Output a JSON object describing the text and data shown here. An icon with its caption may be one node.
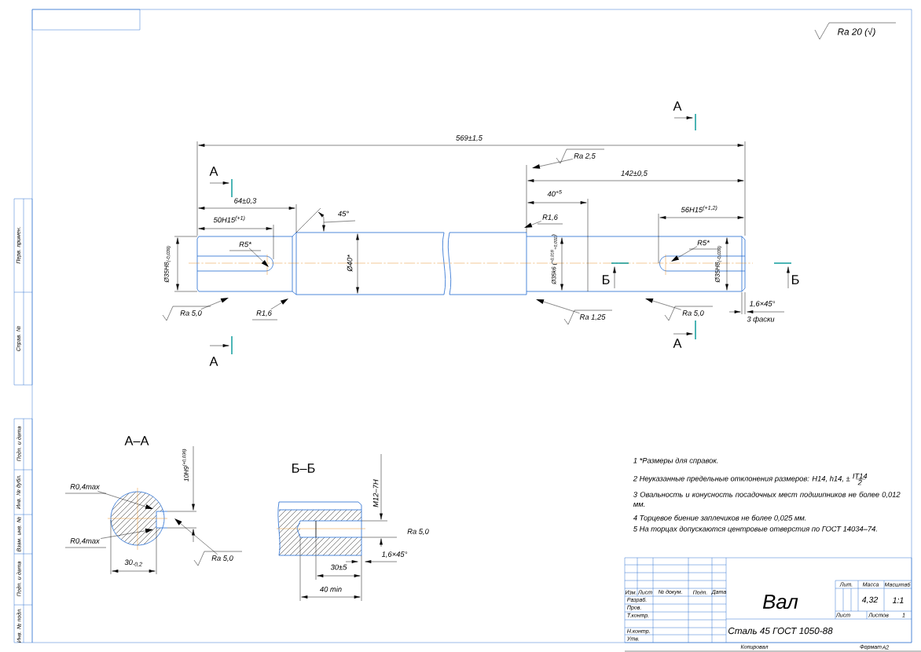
{
  "diagram": {
    "nodes": [
      {
        "text": [
          "R5*"
        ]
      },
      {
        "text": [
          "Ra 5,0"
        ]
      },
      {
        "text": [
          "R1,6"
        ]
      },
      {
        "text": [
          "Ra 2,5"
        ]
      },
      {
        "text": [
          "R1,6"
        ]
      },
      {
        "text": [
          "R5*"
        ]
      },
      {
        "text": [
          "Ra 1,25"
        ]
      },
      {
        "text": [
          "Ra 5,0"
        ]
      },
      {
        "text": [
          "R0,4max"
        ]
      },
      {
        "text": [
          "R0,4max"
        ]
      },
      {
        "text": [
          "Ra 5,0"
        ]
      }
    ],
    "edges": [
      {
        "from": 0,
        "to": null,
        "arrow": "to"
      },
      {
        "from": 1,
        "to": null,
        "arrow": "to"
      },
      {
        "from": 2,
        "to": null,
        "arrow": "to"
      },
      {
        "from": 3,
        "to": null,
        "arrow": "to"
      },
      {
        "from": 4,
        "to": null,
        "arrow": "to"
      },
      {
        "from": 5,
        "to": null,
        "arrow": "to"
      },
      {
        "from": 6,
        "to": null,
        "arrow": "to"
      },
      {
        "from": 7,
        "to": null,
        "arrow": "to"
      },
      {
        "from": 8,
        "to": null,
        "arrow": "to"
      },
      {
        "from": 9,
        "to": null,
        "arrow": "to"
      },
      {
        "from": 10,
        "to": null,
        "arrow": "to"
      }
    ],
    "labels": [
      "Ra 20 (√)",
      "А",
      "569±1,5",
      "А",
      "142±0,5",
      "64±0,3",
      "45°",
      "40$^{+5}$",
      "50H15$^{(+1)}$",
      "56H15$^{(+1,2)}$",
      "Ø35H8$_{(-0,039)}$",
      "Ø40*",
      "Ø35k6 ($^{+0,018}$$_{+0,002}$)",
      "Б",
      "Ø35H8$_{(-0,039)}$",
      "Б",
      "1,6×45°",
      "3 фаски",
      "А",
      "А",
      "А–А",
      "10H9$^{(+0,036)}$",
      "Б–Б",
      "M12–7H",
      "Ra 5,0",
      "1,6×45°",
      "30$_{-0,2}$",
      "30±5",
      "40 min",
      "1 *Размеры для справок.",
      "2 Неуказанные предельные отклонения размеров: H14, h14, ±",
      "IT14",
      "2",
      "3 Овальность и конусность посадочных мест подшипников не более 0,012 мм.",
      "4 Торцевое биение заплечиков не более 0,025 мм.",
      "5 На торцах допускаются центровые отверстия по ГОСТ 14034–74.",
      "Изм.",
      "Лист",
      "№ докум.",
      "Подп.",
      "Дата",
      "Разраб.",
      "Пров.",
      "Т.контр.",
      "Н.контр.",
      "Утв.",
      "Вал",
      "Лит.",
      "Масса",
      "Масштаб",
      "4,32",
      "1:1",
      "Лист",
      "Листов",
      "1",
      "Сталь 45 ГОСТ 1050-88",
      "Копировал",
      "Формат",
      "A2",
      "Перв. примен.",
      "Справ. №",
      "Подп. и дата",
      "Инв. № дубл.",
      "Взам. инв. №",
      "Подп. и дата",
      "Инв. № подл."
    ]
  }
}
